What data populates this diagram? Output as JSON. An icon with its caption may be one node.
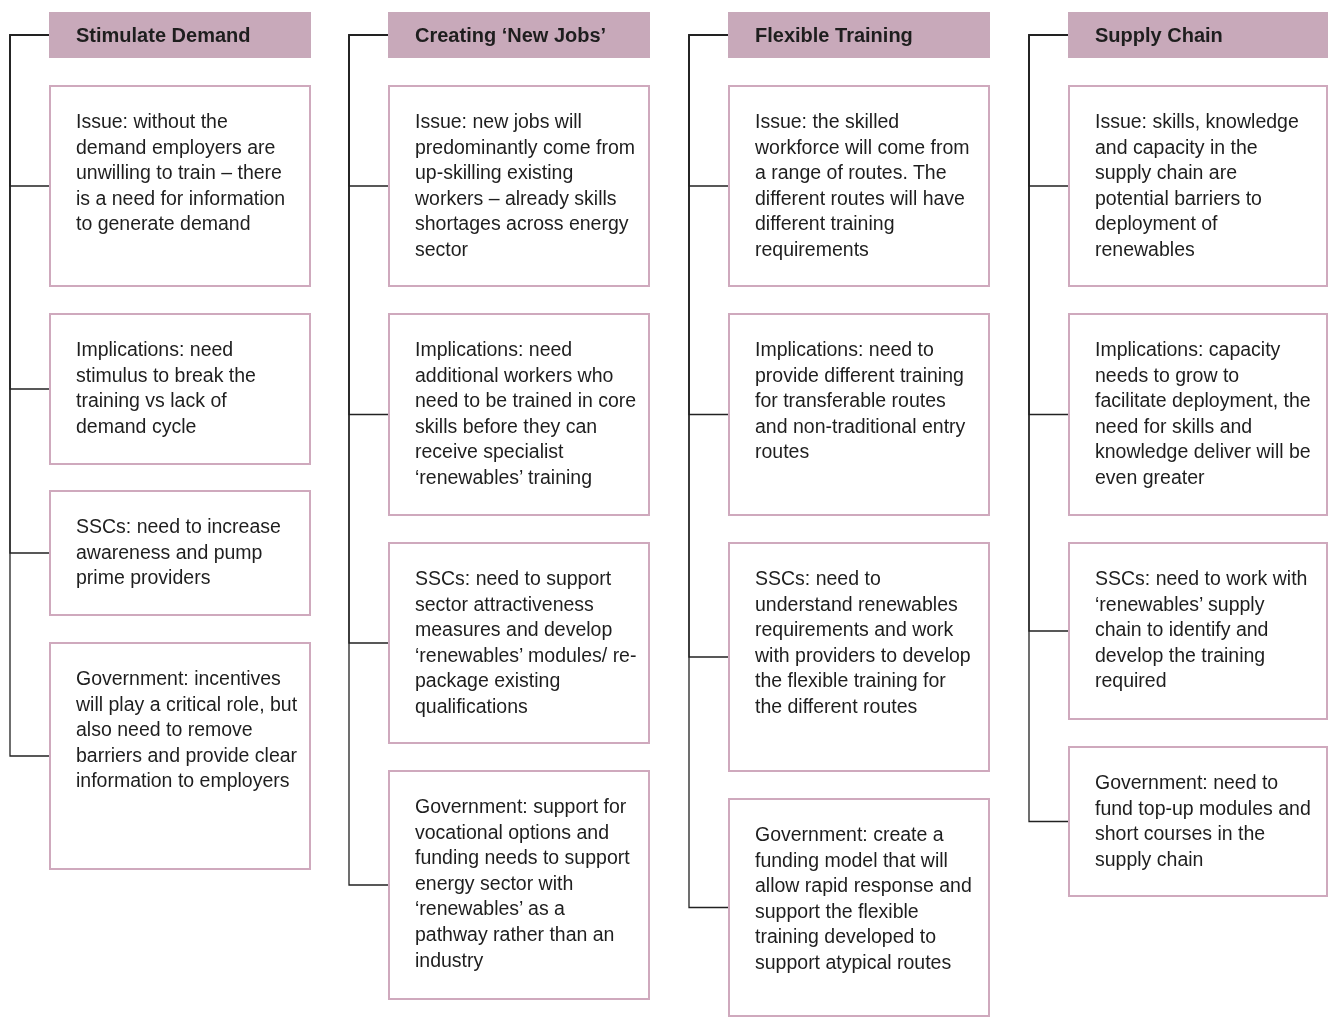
{
  "diagram": {
    "nodes": [
      {
        "text": [
          "Stimulate Demand"
        ]
      },
      {
        "text": [
          "Issue: without the demand employers are unwilling to train – there is a need for information to generate demand"
        ]
      },
      {
        "text": [
          "Implications: need stimulus to break the training vs lack of demand cycle"
        ]
      },
      {
        "text": [
          "SSCs: need to increase awareness and pump prime providers"
        ]
      },
      {
        "text": [
          "Government: incentives will play a critical role, but also need to remove barriers and provide clear information to employers"
        ]
      },
      {
        "text": [
          "Creating ‘New Jobs’"
        ]
      },
      {
        "text": [
          "Issue: new jobs will predominantly come from up-skilling existing workers – already skills shortages across energy sector"
        ]
      },
      {
        "text": [
          "Implications: need additional workers who need to be trained in core skills before they can receive specialist ‘renewables’ training"
        ]
      },
      {
        "text": [
          "SSCs: need to support sector attractiveness measures and develop ‘renewables’ modules/ re-package existing qualifications"
        ]
      },
      {
        "text": [
          "Government: support for vocational options and funding needs to support energy sector with ‘renewables’ as a pathway rather than an industry"
        ]
      },
      {
        "text": [
          "Flexible Training"
        ]
      },
      {
        "text": [
          "Issue: the skilled workforce will come from a range of routes. The different routes will have different training requirements"
        ]
      },
      {
        "text": [
          "Implications: need to provide different training for transferable routes and non-traditional entry routes"
        ]
      },
      {
        "text": [
          "SSCs: need to understand renewables requirements and work with providers to develop the flexible training for the different routes"
        ]
      },
      {
        "text": [
          "Government: create a funding model that will allow rapid response and support the flexible training developed to support atypical routes"
        ]
      },
      {
        "text": [
          "Supply Chain"
        ]
      },
      {
        "text": [
          "Issue: skills, knowledge and capacity in the supply chain are potential barriers to deployment of renewables"
        ]
      },
      {
        "text": [
          "Implications: capacity needs to grow to facilitate deployment, the need for skills and knowledge deliver will be even greater"
        ]
      },
      {
        "text": [
          "SSCs: need to work with ‘renewables’ supply chain to identify and develop the training required"
        ]
      },
      {
        "text": [
          "Government: need to fund top-up modules and short courses in the supply chain"
        ]
      }
    ],
    "edges": [
      {
        "from": 0,
        "to": 1,
        "arrow": "none"
      },
      {
        "from": 0,
        "to": 2,
        "arrow": "none"
      },
      {
        "from": 0,
        "to": 3,
        "arrow": "none"
      },
      {
        "from": 0,
        "to": 4,
        "arrow": "none"
      },
      {
        "from": 5,
        "to": 6,
        "arrow": "none"
      },
      {
        "from": 5,
        "to": 7,
        "arrow": "none"
      },
      {
        "from": 5,
        "to": 8,
        "arrow": "none"
      },
      {
        "from": 5,
        "to": 9,
        "arrow": "none"
      },
      {
        "from": 10,
        "to": 11,
        "arrow": "none"
      },
      {
        "from": 10,
        "to": 12,
        "arrow": "none"
      },
      {
        "from": 10,
        "to": 13,
        "arrow": "none"
      },
      {
        "from": 10,
        "to": 14,
        "arrow": "none"
      },
      {
        "from": 15,
        "to": 16,
        "arrow": "none"
      },
      {
        "from": 15,
        "to": 17,
        "arrow": "none"
      },
      {
        "from": 15,
        "to": 18,
        "arrow": "none"
      },
      {
        "from": 15,
        "to": 19,
        "arrow": "none"
      }
    ]
  }
}
